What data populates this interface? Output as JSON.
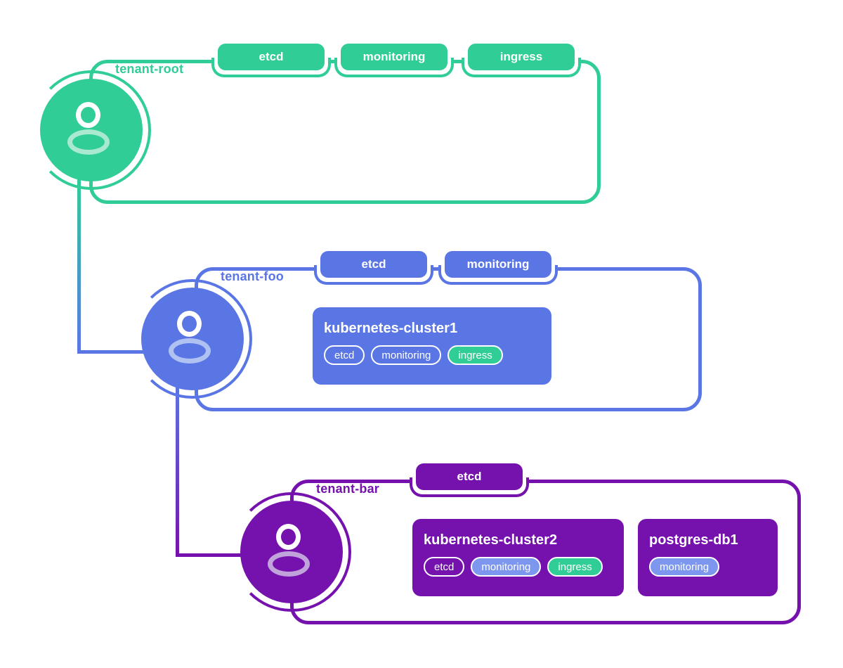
{
  "colors": {
    "green": "#30CD96",
    "blue": "#5A76E5",
    "lightblue": "#7D97EF",
    "purple": "#7512AE",
    "green_tint": "#A9E9D0",
    "blue_tint": "#B0C2F2",
    "purple_tint": "#C1A3DC"
  },
  "tenants": [
    {
      "label": "tenant-root",
      "badges": [
        {
          "label": "etcd"
        },
        {
          "label": "monitoring"
        },
        {
          "label": "ingress"
        }
      ],
      "workloads": []
    },
    {
      "label": "tenant-foo",
      "badges": [
        {
          "label": "etcd"
        },
        {
          "label": "monitoring"
        }
      ],
      "workloads": [
        {
          "name": "kubernetes-cluster1",
          "badges": [
            {
              "label": "etcd",
              "variant": "outline"
            },
            {
              "label": "monitoring",
              "variant": "outline"
            },
            {
              "label": "ingress",
              "variant": "green"
            }
          ]
        }
      ]
    },
    {
      "label": "tenant-bar",
      "badges": [
        {
          "label": "etcd"
        }
      ],
      "workloads": [
        {
          "name": "kubernetes-cluster2",
          "badges": [
            {
              "label": "etcd",
              "variant": "outline"
            },
            {
              "label": "monitoring",
              "variant": "blue"
            },
            {
              "label": "ingress",
              "variant": "green"
            }
          ]
        },
        {
          "name": "postgres-db1",
          "badges": [
            {
              "label": "monitoring",
              "variant": "blue"
            }
          ]
        }
      ]
    }
  ]
}
